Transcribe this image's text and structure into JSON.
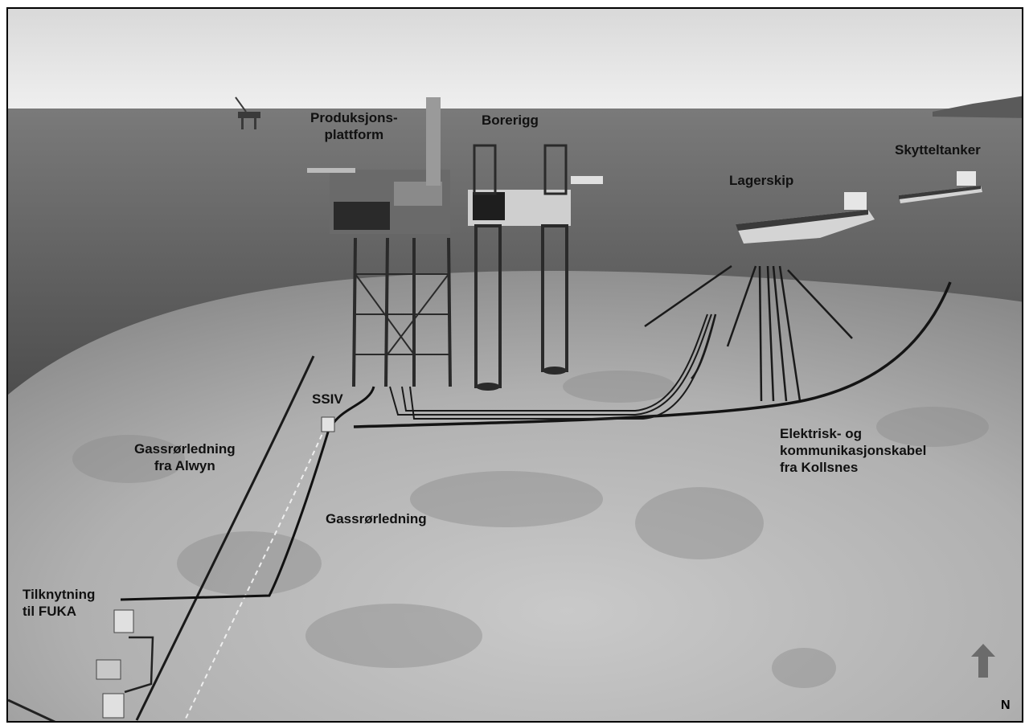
{
  "labels": {
    "production_platform_line1": "Produksjons-",
    "production_platform_line2": "plattform",
    "drilling_rig": "Borerigg",
    "storage_ship": "Lagerskip",
    "shuttle_tanker": "Skytteltanker",
    "ssiv": "SSIV",
    "gas_pipeline_alwyn_line1": "Gassrørledning",
    "gas_pipeline_alwyn_line2": "fra Alwyn",
    "gas_pipeline": "Gassrørledning",
    "electric_cable_line1": "Elektrisk- og",
    "electric_cable_line2": "kommunikasjonskabel",
    "electric_cable_line3": "fra Kollsnes",
    "fuka_line1": "Tilknytning",
    "fuka_line2": "til FUKA"
  },
  "compass": {
    "letter": "N",
    "icon": "north-arrow-icon"
  },
  "colors": {
    "sky": "#e6e6e6",
    "sea": "#555555",
    "seabed": "#a9a9a9",
    "pipeline": "#141414"
  }
}
